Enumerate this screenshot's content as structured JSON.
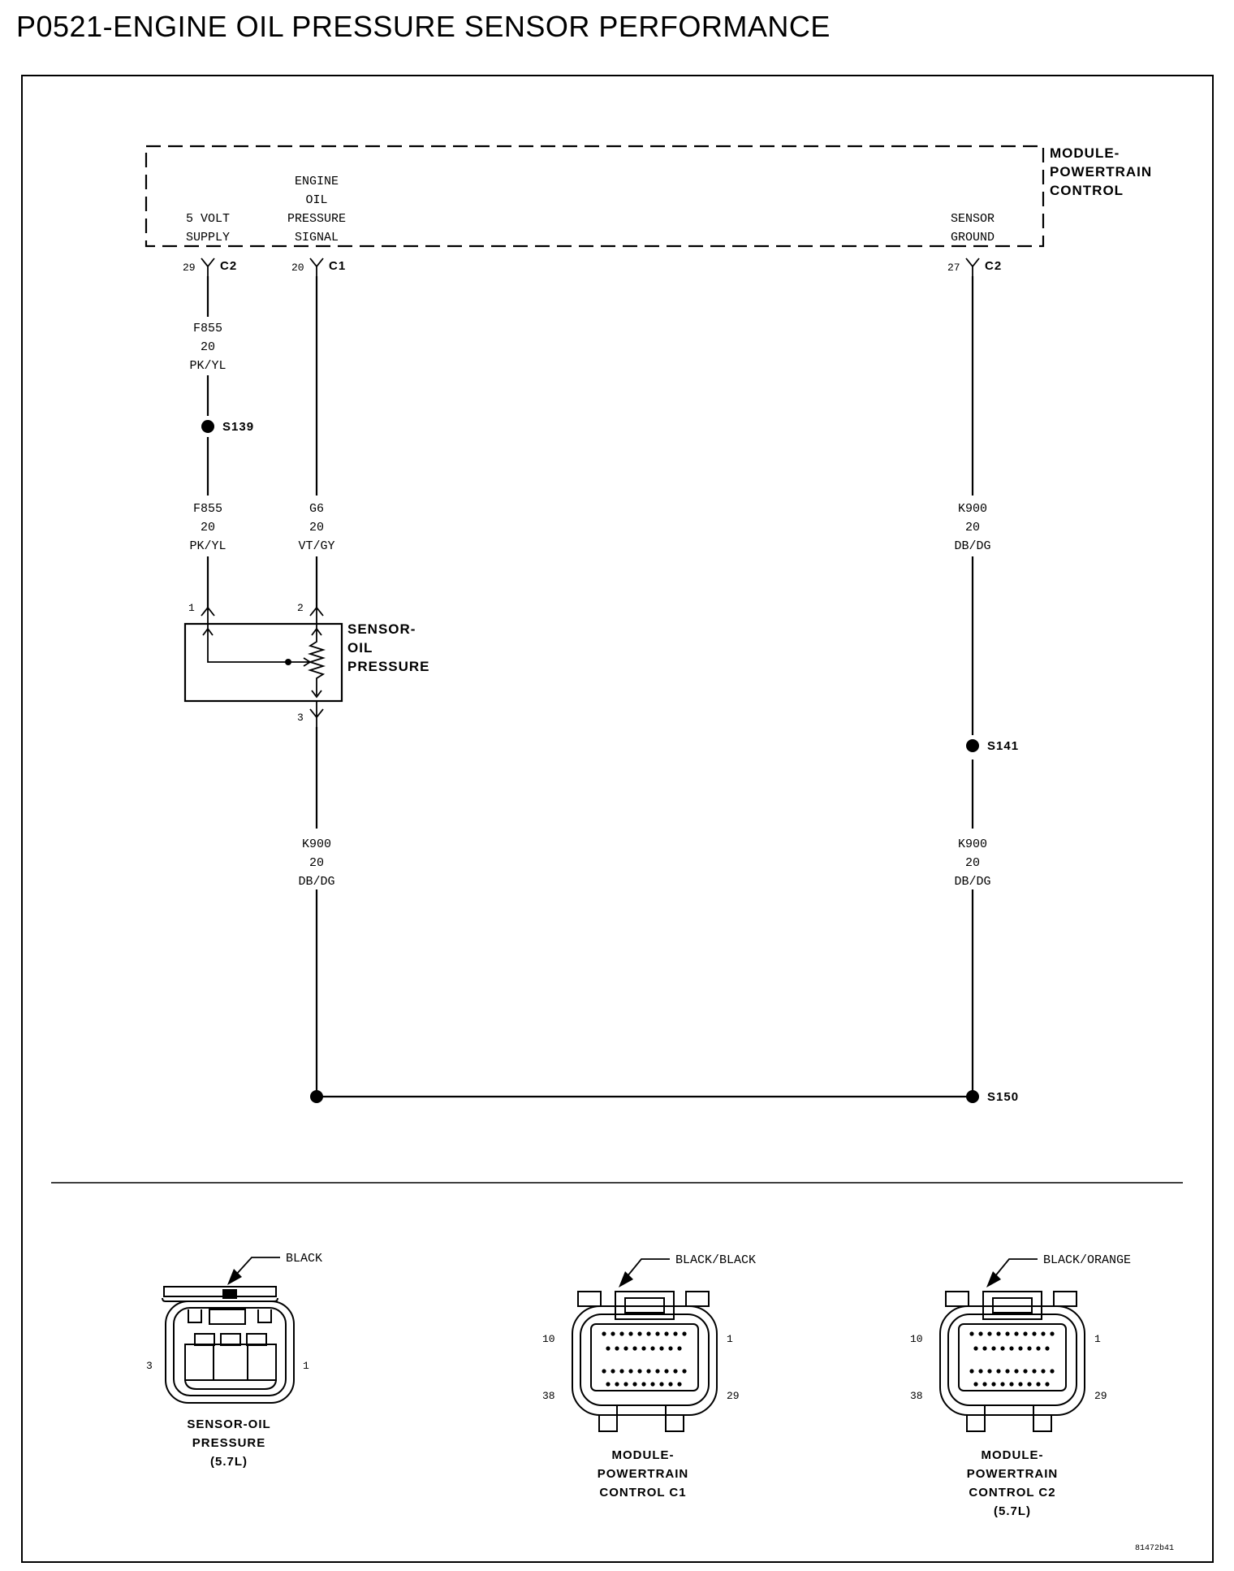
{
  "title": "P0521-ENGINE OIL PRESSURE SENSOR PERFORMANCE",
  "module": {
    "name": [
      "MODULE-",
      "POWERTRAIN",
      "CONTROL"
    ],
    "functions": {
      "volt_supply": [
        "5 VOLT",
        "SUPPLY"
      ],
      "oil_signal": [
        "ENGINE",
        "OIL",
        "PRESSURE",
        "SIGNAL"
      ],
      "sensor_ground": [
        "SENSOR",
        "GROUND"
      ]
    }
  },
  "connector_pins": {
    "supply": {
      "pin": "29",
      "connector": "C2"
    },
    "signal": {
      "pin": "20",
      "connector": "C1"
    },
    "ground": {
      "pin": "27",
      "connector": "C2"
    }
  },
  "wires": {
    "f855_upper": [
      "F855",
      "20",
      "PK/YL"
    ],
    "f855_lower": [
      "F855",
      "20",
      "PK/YL"
    ],
    "g6": [
      "G6",
      "20",
      "VT/GY"
    ],
    "k900_right_upper": [
      "K900",
      "20",
      "DB/DG"
    ],
    "k900_left_lower": [
      "K900",
      "20",
      "DB/DG"
    ],
    "k900_right_lower": [
      "K900",
      "20",
      "DB/DG"
    ]
  },
  "splices": {
    "s139": "S139",
    "s141": "S141",
    "s150": "S150"
  },
  "sensor": {
    "name": [
      "SENSOR-",
      "OIL",
      "PRESSURE"
    ],
    "pins": [
      "1",
      "2",
      "3"
    ]
  },
  "connector_views": {
    "sensor": {
      "color": "BLACK",
      "pin_left": "3",
      "pin_right": "1",
      "name": [
        "SENSOR-OIL",
        "PRESSURE",
        "(5.7L)"
      ]
    },
    "pcm_c1": {
      "color": "BLACK/BLACK",
      "pins": [
        "10",
        "1",
        "38",
        "29"
      ],
      "name": [
        "MODULE-",
        "POWERTRAIN",
        "CONTROL C1"
      ]
    },
    "pcm_c2": {
      "color": "BLACK/ORANGE",
      "pins": [
        "10",
        "1",
        "38",
        "29"
      ],
      "name": [
        "MODULE-",
        "POWERTRAIN",
        "CONTROL C2",
        "(5.7L)"
      ]
    }
  },
  "figure_id": "81472b41"
}
